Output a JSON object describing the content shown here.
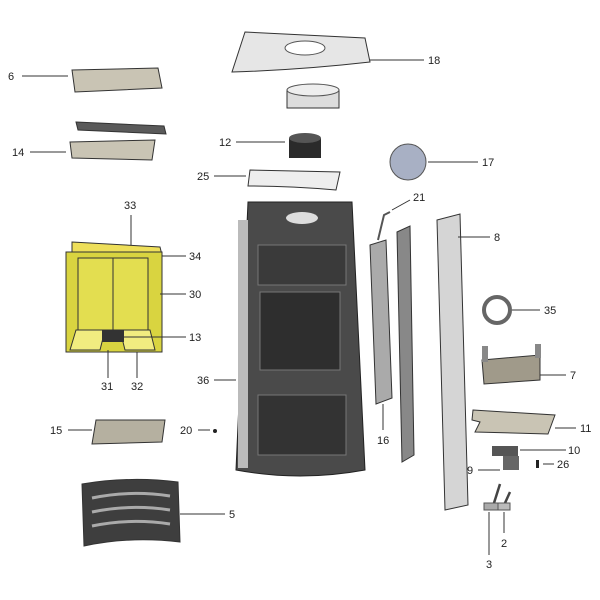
{
  "diagram": {
    "type": "exploded parts diagram",
    "colors": {
      "yellow_liner": "#e6e04a",
      "gray_part": "#c9c4b4",
      "dark_body": "#4a4a4a",
      "light_part": "#e8e8e8"
    },
    "labels": {
      "p2": "2",
      "p3": "3",
      "p5": "5",
      "p6": "6",
      "p7": "7",
      "p8": "8",
      "p9": "9",
      "p10": "10",
      "p11": "11",
      "p12": "12",
      "p13": "13",
      "p14": "14",
      "p15": "15",
      "p16": "16",
      "p17": "17",
      "p18": "18",
      "p20": "20",
      "p21": "21",
      "p25": "25",
      "p26": "26",
      "p30": "30",
      "p31": "31",
      "p32": "32",
      "p33": "33",
      "p34": "34",
      "p35": "35",
      "p36": "36"
    }
  }
}
